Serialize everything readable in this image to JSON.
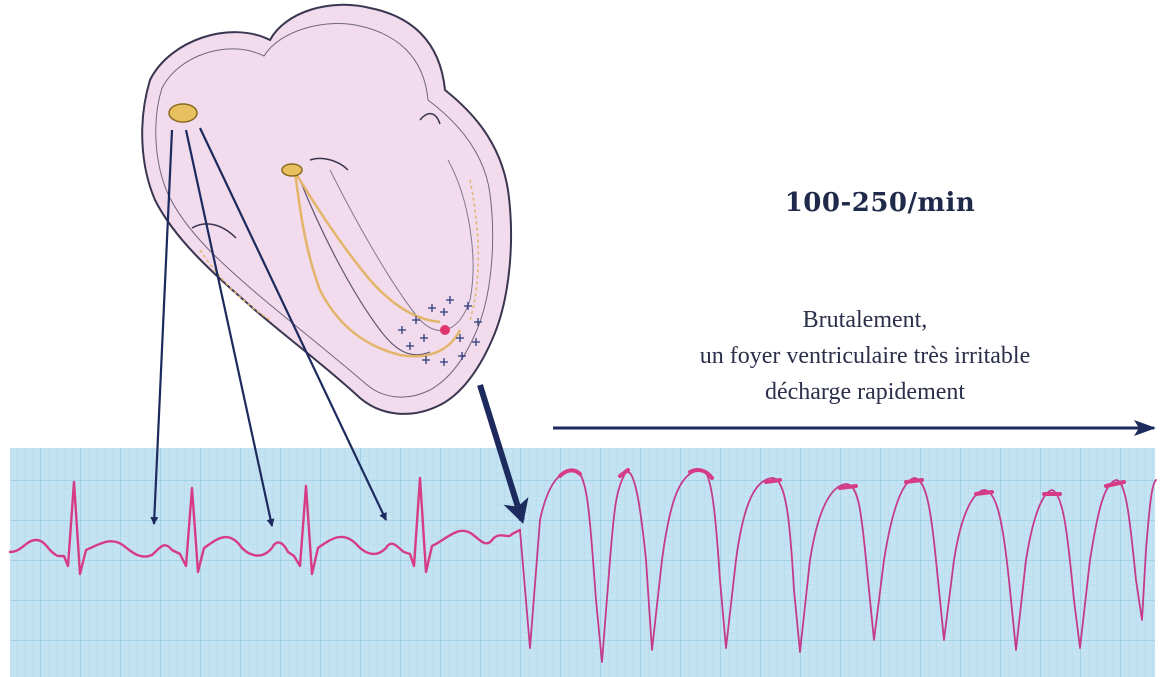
{
  "labels": {
    "rate": "100-250/min",
    "description": [
      "Brutalement,",
      "un foyer ventriculaire très irritable",
      "décharge rapidement"
    ]
  },
  "colors": {
    "background": "#ffffff",
    "heart_fill": "#f1dbec",
    "heart_outline": "#3a3550",
    "conduction": "#e3b56a",
    "grid_paper": "#bfe0f0",
    "grid_line": "#8ec6e2",
    "ecg_trace": "#d63c86",
    "arrow": "#1c2a5e",
    "focus_dot": "#e0356e"
  },
  "icons": {
    "sa_node": "sa-node-icon",
    "av_node": "av-node-icon",
    "ectopic_focus": "ectopic-focus-icon"
  }
}
